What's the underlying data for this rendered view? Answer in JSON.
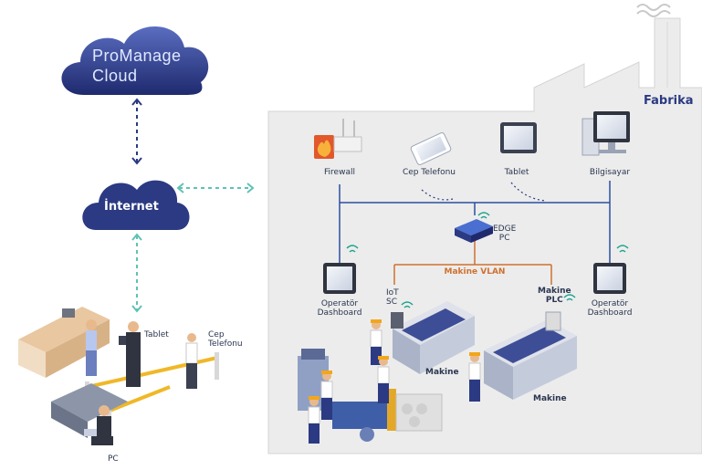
{
  "cloud": {
    "line1": "ProManage",
    "line2": "Cloud"
  },
  "internet": {
    "label": "İnternet"
  },
  "factory": {
    "title": "Fabrika"
  },
  "devices": {
    "firewall": "Firewall",
    "phone": "Cep Telefonu",
    "tablet": "Tablet",
    "computer": "Bilgisayar",
    "edge_line1": "EDGE",
    "edge_line2": "PC",
    "vlan": "Makine VLAN",
    "operator_left_line1": "Operatör",
    "operator_left_line2": "Dashboard",
    "operator_right_line1": "Operatör",
    "operator_right_line2": "Dashboard",
    "iot_line1": "IoT",
    "iot_line2": "SC",
    "plc_line1": "Makine",
    "plc_line2": "PLC",
    "machine_1": "Makine",
    "machine_2": "Makine"
  },
  "remote": {
    "tablet": "Tablet",
    "phone_line1": "Cep",
    "phone_line2": "Telefonu",
    "pc": "PC"
  },
  "colors": {
    "cloud": "#2b3a82",
    "factory_bg": "#ececec",
    "network_line": "#2b4f9e",
    "vlan_line": "#d0702e",
    "dashed_teal": "#5fc2b4",
    "dashed_navy": "#2b3a82"
  }
}
